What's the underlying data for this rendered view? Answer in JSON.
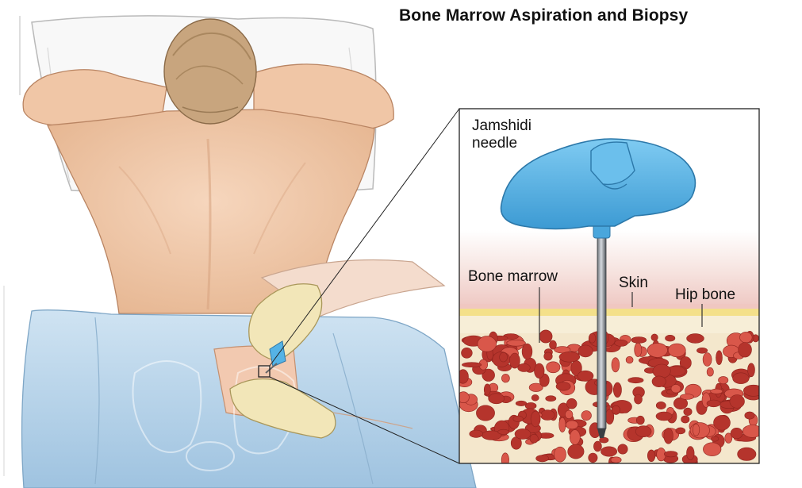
{
  "title": "Bone Marrow Aspiration and Biopsy",
  "labels": {
    "needle_line1": "Jamshidi",
    "needle_line2": "needle",
    "bone_marrow": "Bone marrow",
    "skin": "Skin",
    "hip_bone": "Hip bone"
  },
  "colors": {
    "needle_handle": "#55b3e6",
    "skin_tone": "#f0c8aa",
    "sheet": "#b9d7ec",
    "marrow_red": "#b5342c",
    "bone_cream": "#f4e7cc",
    "glove": "#f2e6b8"
  }
}
